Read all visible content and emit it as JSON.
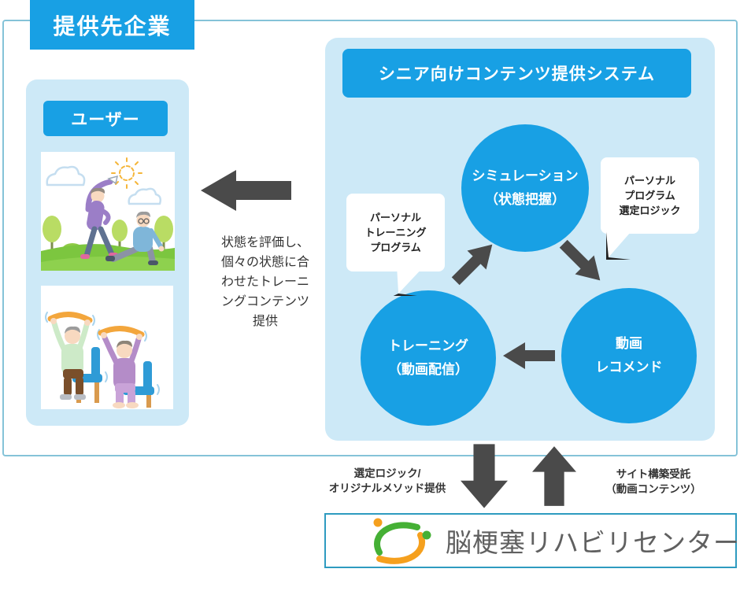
{
  "colors": {
    "primary_blue": "#18a0e4",
    "panel_light_blue": "#cde9f7",
    "outer_border_blue": "#85c3d8",
    "arrow_gray": "#4a4a4a",
    "partner_border_blue": "#2e9bc0",
    "logo_green": "#45b035",
    "logo_orange": "#f5a01e",
    "logo_text_gray": "#606060"
  },
  "provider_box": {
    "title": "提供先企業",
    "user_panel": {
      "label": "ユーザー",
      "illustrations": [
        {
          "name": "outdoor-stretching-seniors"
        },
        {
          "name": "chair-band-exercise-seniors"
        }
      ]
    },
    "flow_to_user": {
      "lines": [
        "状態を評価し、",
        "個々の状態に合",
        "わせたトレーニ",
        "ングコンテンツ",
        "提供"
      ]
    }
  },
  "system_panel": {
    "title": "シニア向けコンテンツ提供システム",
    "nodes": {
      "simulation": {
        "line1": "シミュレーション",
        "line2": "（状態把握）"
      },
      "recommend": {
        "line1": "動画",
        "line2": "レコメンド"
      },
      "training": {
        "line1": "トレーニング",
        "line2": "（動画配信）"
      }
    },
    "bubbles": {
      "left": {
        "lines": [
          "パーソナル",
          "トレーニング",
          "プログラム"
        ]
      },
      "right": {
        "lines": [
          "パーソナル",
          "プログラム",
          "選定ロジック"
        ]
      }
    }
  },
  "bottom": {
    "left_label": {
      "lines": [
        "選定ロジック/",
        "オリジナルメソッド提供"
      ]
    },
    "right_label": {
      "lines": [
        "サイト構築受託",
        "（動画コンテンツ）"
      ]
    },
    "partner": {
      "name": "脳梗塞リハビリセンター"
    }
  }
}
